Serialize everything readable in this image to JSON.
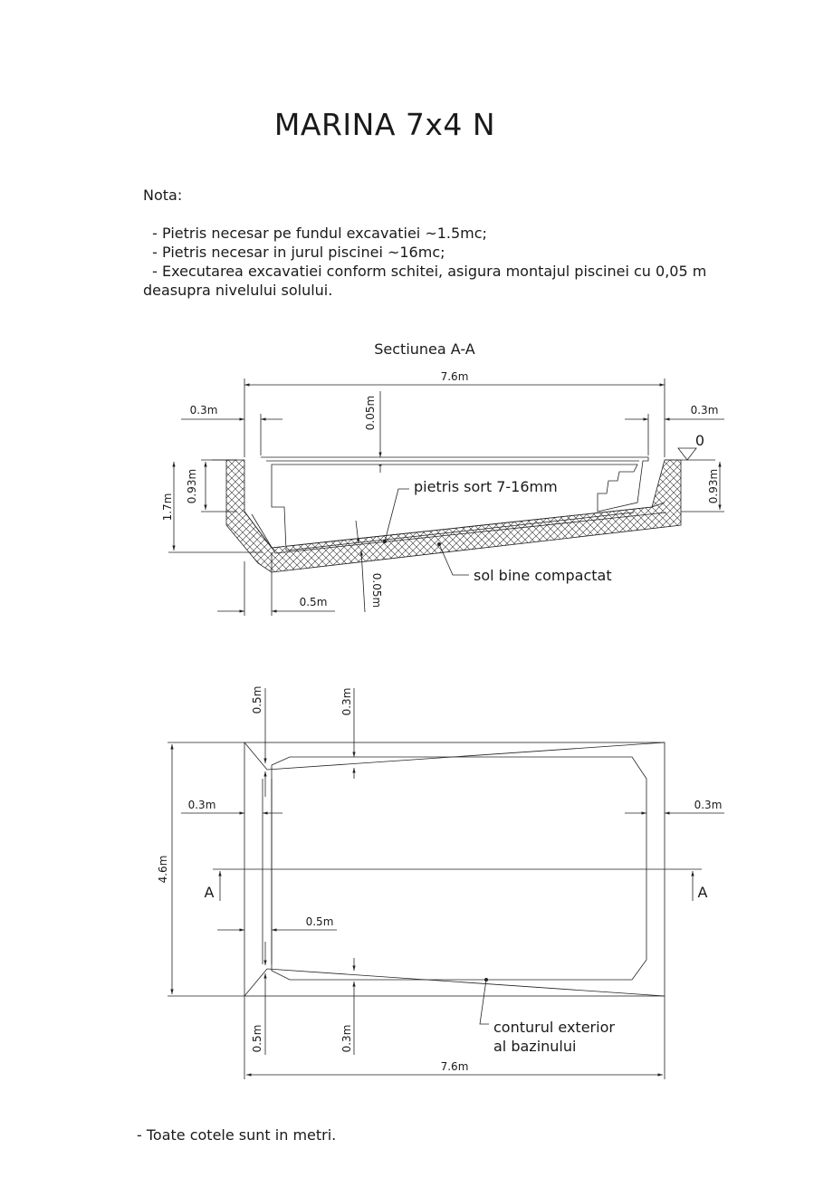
{
  "title": "MARINA 7x4 N",
  "notes": {
    "heading": "Nota:",
    "items": [
      "  - Pietris necesar pe fundul excavatiei ~1.5mc;",
      "  - Pietris necesar in jurul piscinei ~16mc;",
      "  - Executarea excavatiei conform schitei, asigura montajul piscinei cu 0,05 m",
      "deasupra nivelului solului."
    ]
  },
  "section": {
    "title": "Sectiunea A-A",
    "dim_width": "7.6m",
    "dim_left_offset": "0.3m",
    "dim_right_offset": "0.3m",
    "dim_top_gap": "0.05m",
    "level_zero": "0",
    "dim_depth_left": "0.93m",
    "dim_depth_right": "0.93m",
    "dim_total_depth": "1.7m",
    "dim_bottom_gravel": "0.05m",
    "dim_bottom_slope": "0.5m",
    "label_gravel": "pietris sort 7-16mm",
    "label_soil": "sol bine compactat"
  },
  "plan": {
    "dim_top_left": "0.5m",
    "dim_top_mid": "0.3m",
    "dim_left": "0.3m",
    "dim_right": "0.3m",
    "dim_height": "4.6m",
    "section_mark_left": "A",
    "section_mark_right": "A",
    "dim_inner": "0.5m",
    "dim_bottom_left": "0.5m",
    "dim_bottom_mid": "0.3m",
    "dim_width": "7.6m",
    "label_outline_1": "conturul exterior",
    "label_outline_2": "al bazinului"
  },
  "footer": "- Toate cotele sunt in metri."
}
